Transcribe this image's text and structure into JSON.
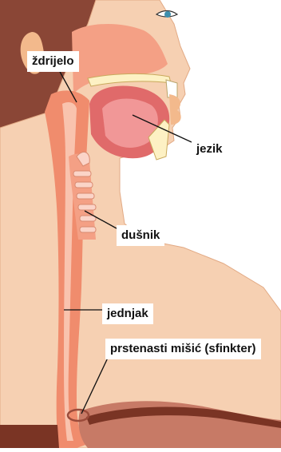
{
  "diagram": {
    "labels": {
      "pharynx": "ždrijelo",
      "tongue": "jezik",
      "trachea": "dušnik",
      "esophagus": "jednjak",
      "sphincter": "prstenasti mišić (sfinkter)"
    },
    "colors": {
      "skin": "#f6d0b2",
      "skin_dark": "#f3b98c",
      "hair": "#8a4636",
      "cavity": "#f4a085",
      "esophagus": "#f08c6d",
      "esophagus_light": "#f9c3ae",
      "tongue": "#e06a6a",
      "tongue_light": "#f19797",
      "cartilage": "#fbd4c8",
      "stomach": "#c77a66",
      "diaphragm": "#7a3424",
      "bone": "#fdf1c4",
      "outline": "#9b4b3a"
    }
  }
}
